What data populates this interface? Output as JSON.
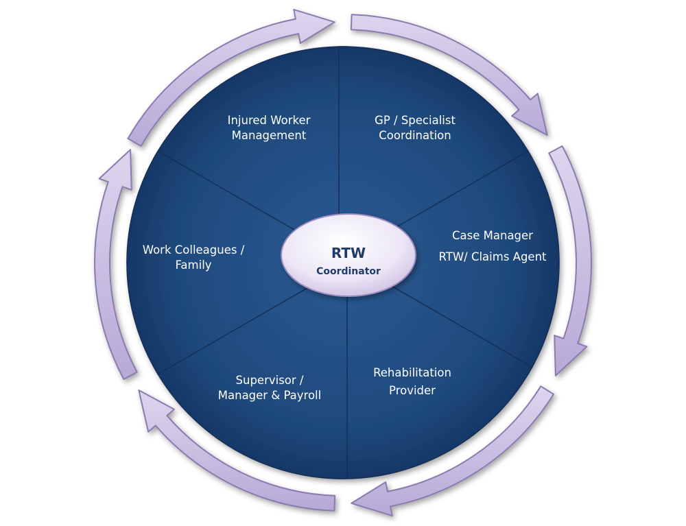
{
  "center": {
    "title": "RTW",
    "subtitle": "Coordinator"
  },
  "segments": [
    {
      "id": "injured-worker",
      "lines": [
        "Injured Worker",
        "Management"
      ]
    },
    {
      "id": "gp-specialist",
      "lines": [
        "GP / Specialist",
        "Coordination"
      ]
    },
    {
      "id": "case-manager",
      "lines": [
        "Case Manager",
        "RTW/ Claims Agent"
      ]
    },
    {
      "id": "rehabilitation",
      "lines": [
        "Rehabilitation",
        "Provider"
      ]
    },
    {
      "id": "supervisor",
      "lines": [
        "Supervisor /",
        "Manager & Payroll"
      ]
    },
    {
      "id": "work-colleagues",
      "lines": [
        "Work Colleagues /",
        "Family"
      ]
    }
  ],
  "colors": {
    "segment_fill": "#1f4a7d",
    "segment_dark": "#152f55",
    "ring_fill": "#c9bfe0",
    "ring_stroke": "#8b7ab0",
    "center_fill": "#ece6f6",
    "label_color": "#ffffff",
    "center_text": "#1f3a6b"
  }
}
